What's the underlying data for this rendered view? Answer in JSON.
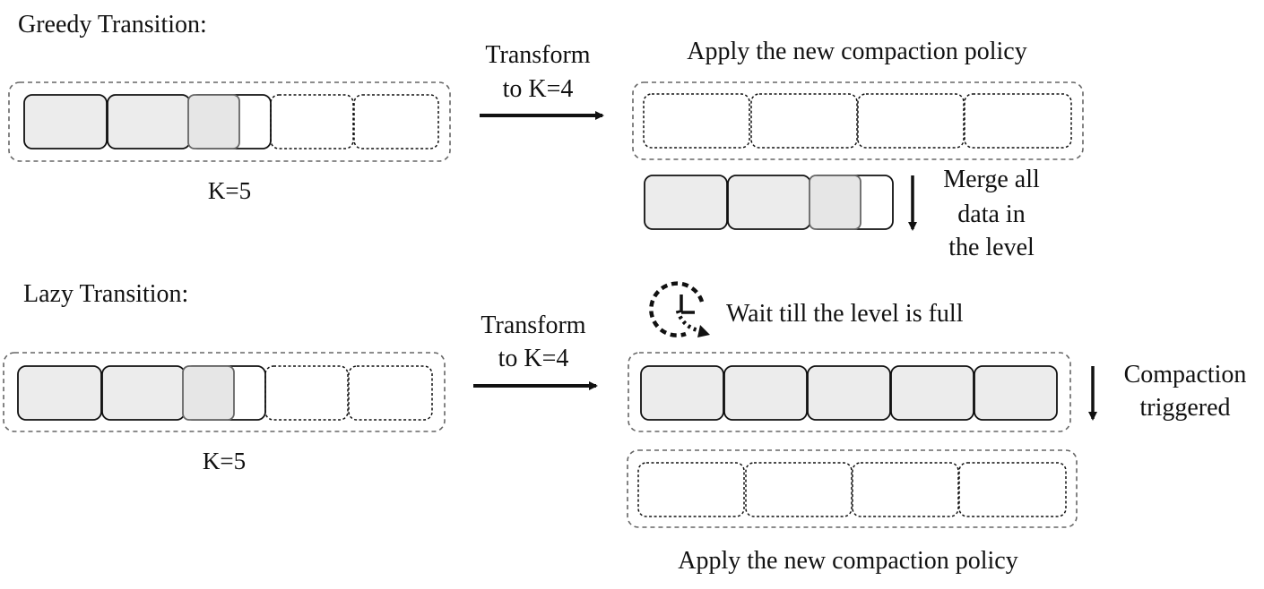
{
  "greedy": {
    "heading": "Greedy Transition:",
    "k_label": "K=5",
    "transform_line1": "Transform",
    "transform_line2": "to K=4",
    "apply_label": "Apply the new compaction policy",
    "merge_line1": "Merge all",
    "merge_line2": "data in",
    "merge_line3": "the level"
  },
  "lazy": {
    "heading": "Lazy Transition:",
    "k_label": "K=5",
    "transform_line1": "Transform",
    "transform_line2": "to K=4",
    "wait_label": "Wait till the level is full",
    "compaction_line1": "Compaction",
    "compaction_line2": "triggered",
    "apply_label": "Apply the new compaction policy"
  },
  "colors": {
    "filled": "#ececec",
    "partial": "#e6e6e6",
    "stroke": "#111111",
    "outline": "#666666"
  }
}
